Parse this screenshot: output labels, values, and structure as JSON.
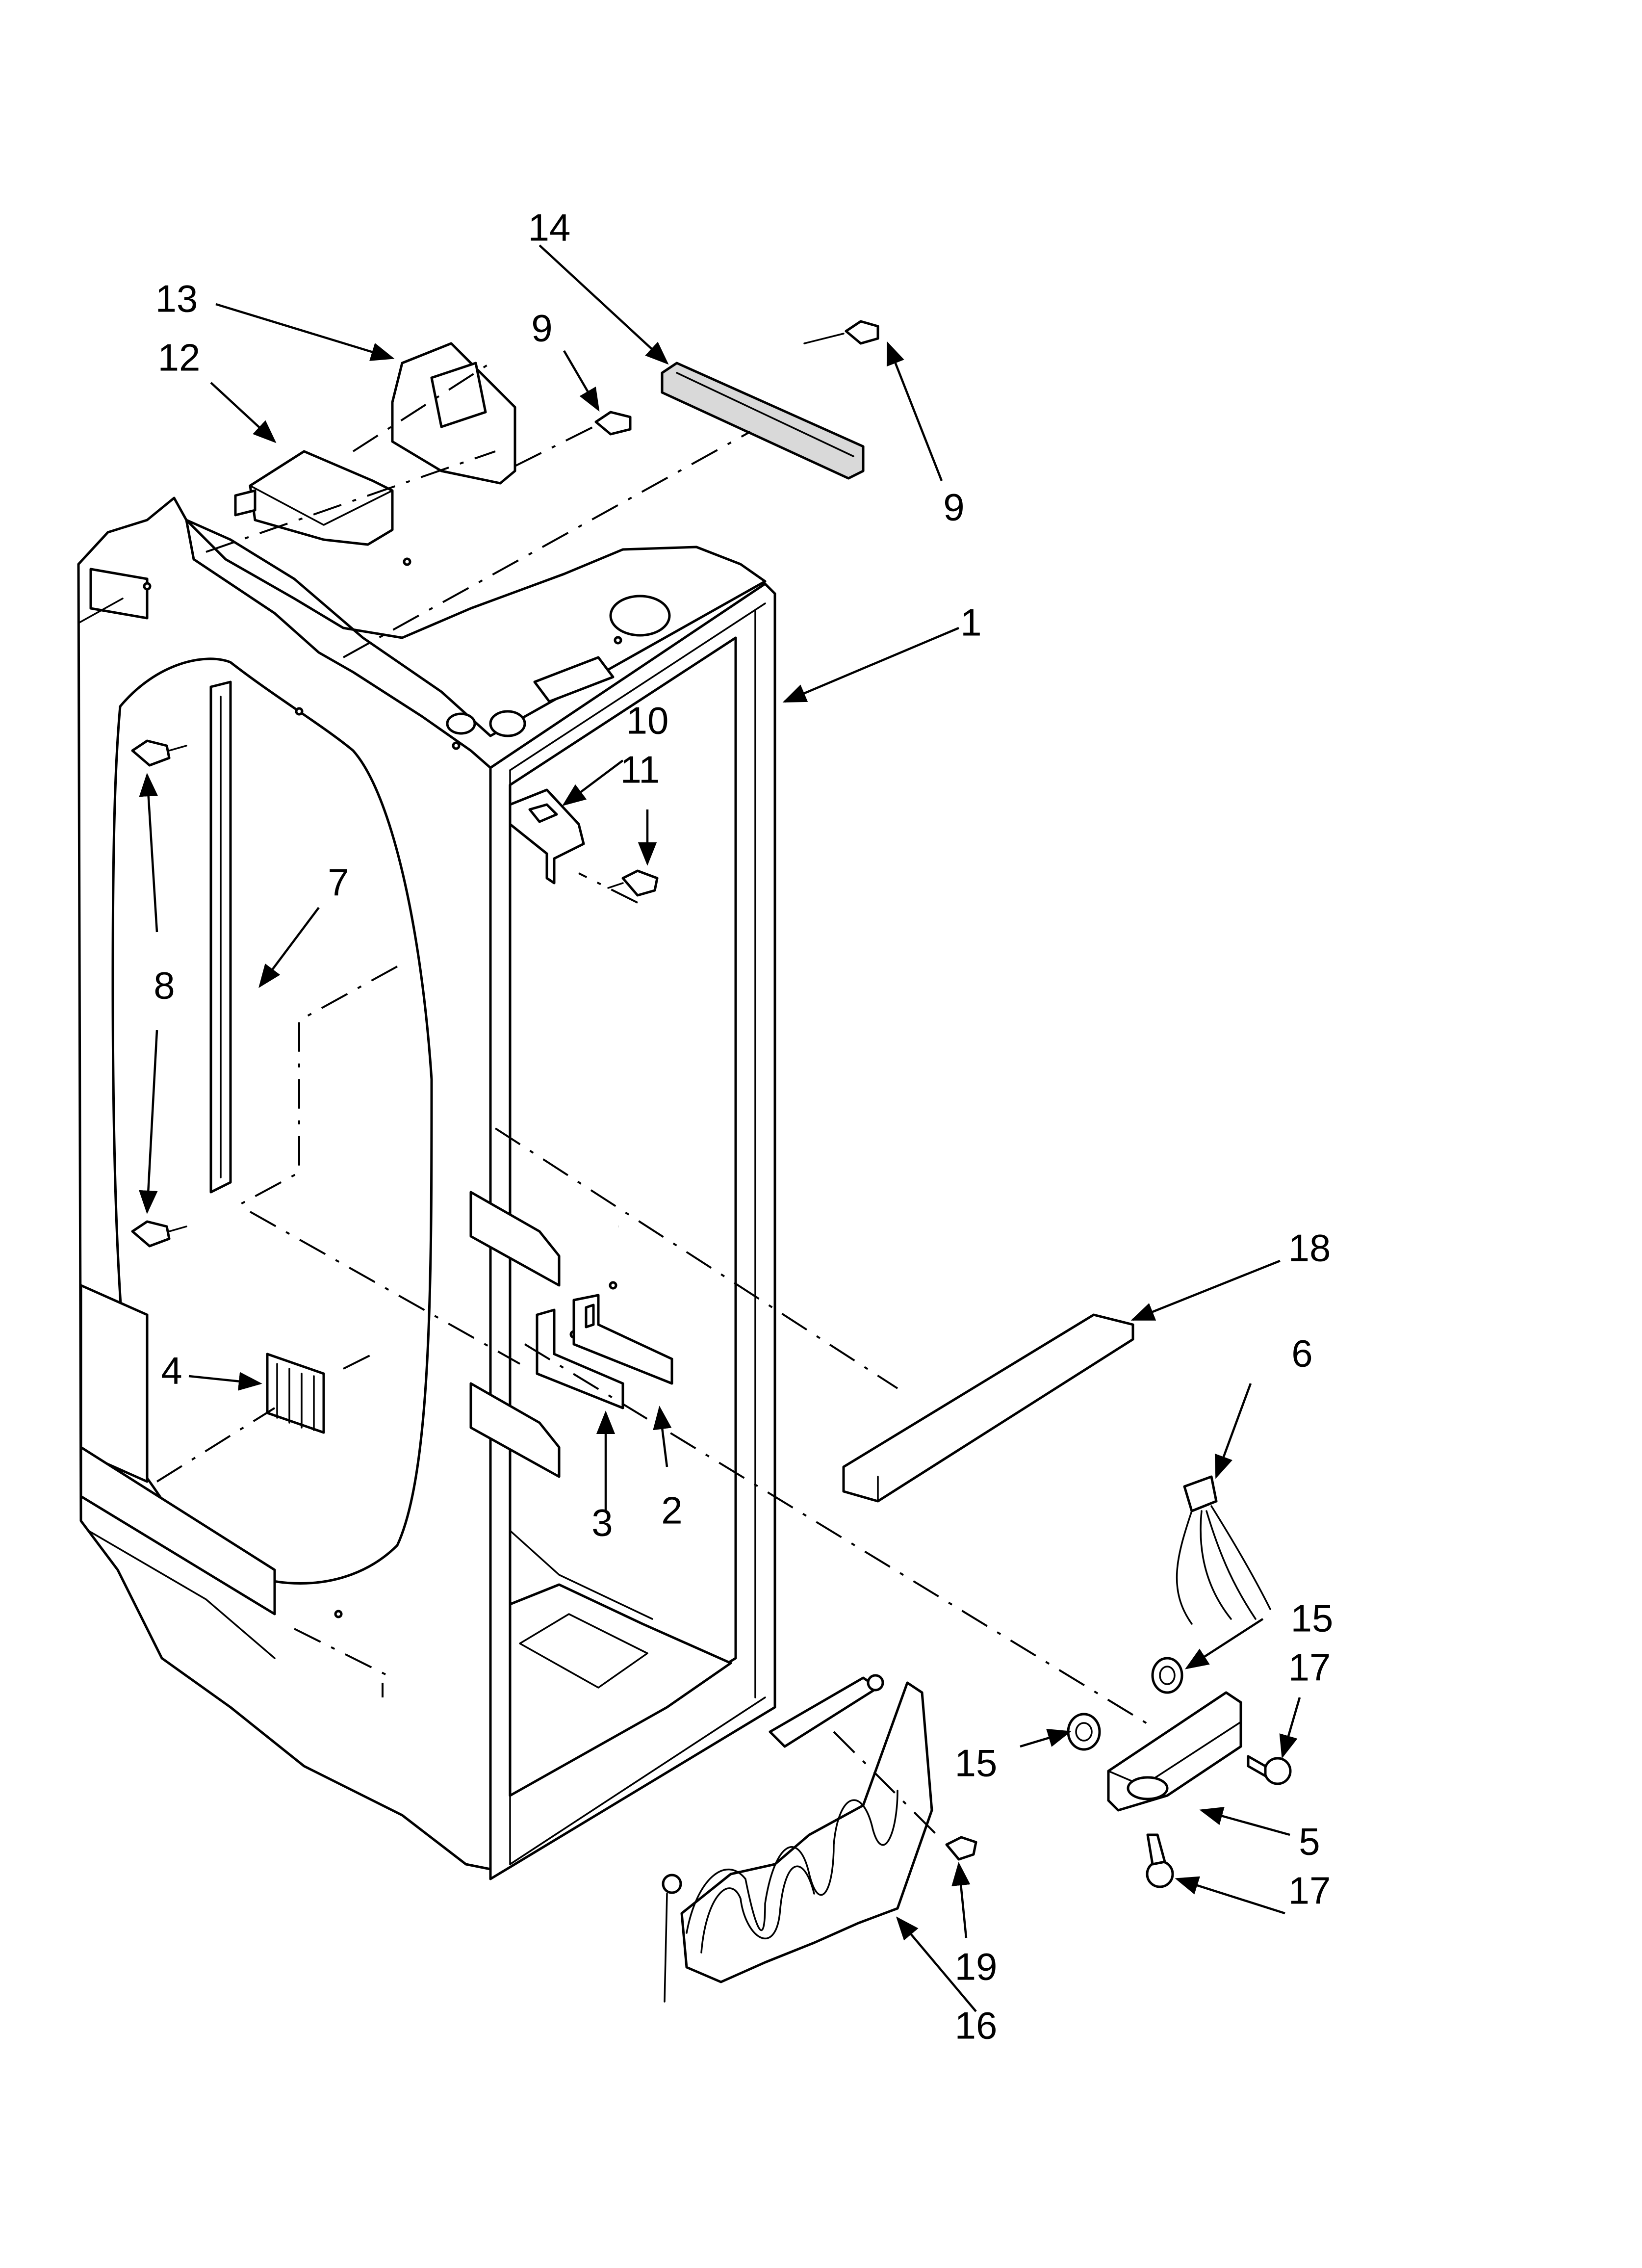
{
  "diagram_type": "exploded parts diagram",
  "callouts": {
    "c1": "1",
    "c2": "2",
    "c3": "3",
    "c4": "4",
    "c5": "5",
    "c6": "6",
    "c7": "7",
    "c8": "8",
    "c9a": "9",
    "c9b": "9",
    "c10": "10",
    "c11": "11",
    "c12": "12",
    "c13": "13",
    "c14": "14",
    "c15a": "15",
    "c15b": "15",
    "c16": "16",
    "c17a": "17",
    "c17b": "17",
    "c18": "18",
    "c19": "19"
  },
  "colors": {
    "line": "#000000",
    "background": "#ffffff",
    "shade": "#d9d9d9"
  }
}
